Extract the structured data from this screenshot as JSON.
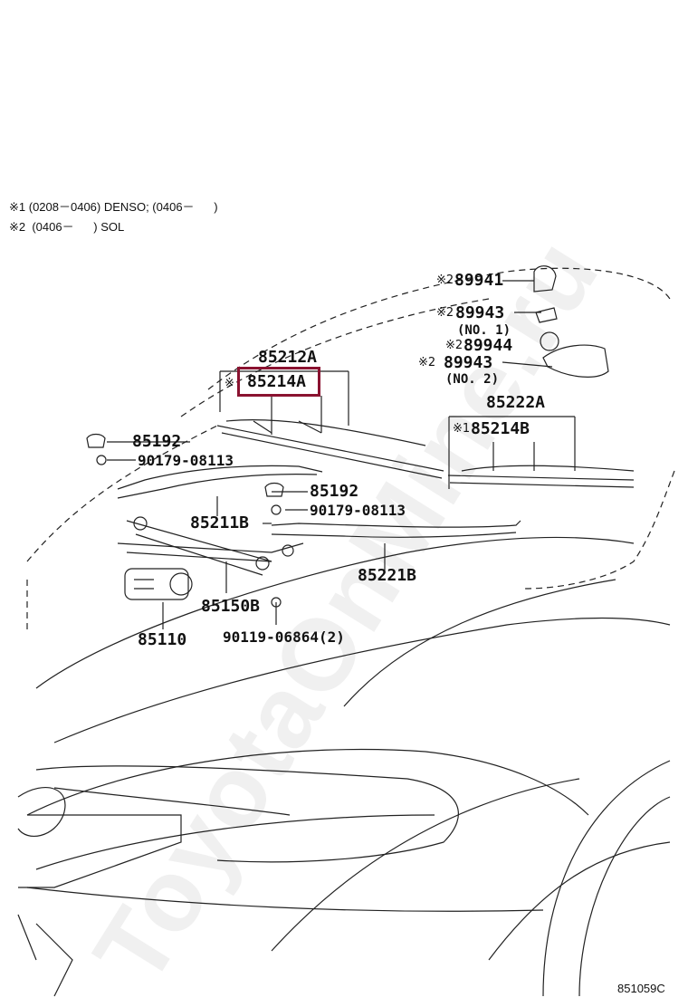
{
  "notes": {
    "note1": "※1 (0208－0406) DENSO; (0406－      )",
    "note2": "※2  (0406－      ) SOL"
  },
  "parts": {
    "p85212A": "85212A",
    "p85214A": "85214A",
    "p85192_a": "85192",
    "p90179_a": "90179-08113",
    "p85192_b": "85192",
    "p90179_b": "90179-08113",
    "p85211B": "85211B",
    "p85221B": "85221B",
    "p85150B": "85150B",
    "p85110": "85110",
    "p90119": "90119-06864(2)",
    "p89941": "89941",
    "p89943_1": "89943",
    "p89943_1_sub": "(NO. 1)",
    "p89944": "89944",
    "p89943_2": "89943",
    "p89943_2_sub": "(NO. 2)",
    "p85222A": "85222A",
    "p85214B": "85214B"
  },
  "marks": {
    "m85214A": "※",
    "m89941": "※2",
    "m89943_1": "※2",
    "m89944": "※2",
    "m89943_2": "※2",
    "m85214B": "※1"
  },
  "highlight": {
    "part": "85214A",
    "color": "#8a1230"
  },
  "watermark": "ToyotaOnMine.ru",
  "diagram_code": "851059C"
}
